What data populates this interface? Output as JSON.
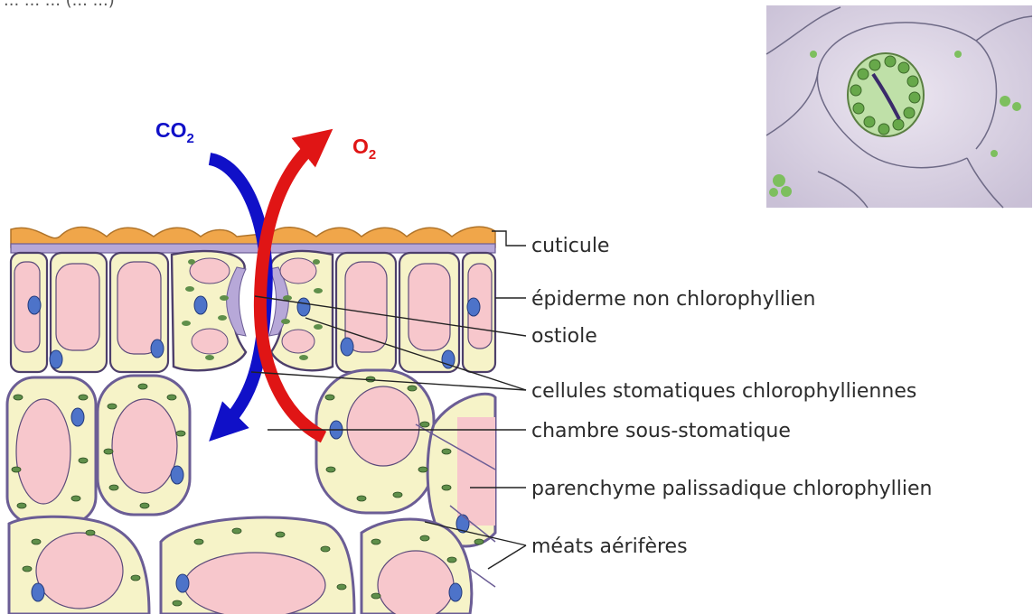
{
  "header_fragment": "... ... ... (... ...)",
  "gases": {
    "co2": {
      "main": "CO",
      "sub": "2",
      "color": "#1010c8"
    },
    "o2": {
      "main": "O",
      "sub": "2",
      "color": "#e01515"
    }
  },
  "labels": {
    "cuticule": "cuticule",
    "epiderme": "épiderme non chlorophyllien",
    "ostiole": "ostiole",
    "cellules_stomatiques": "cellules stomatiques chlorophylliennes",
    "chambre": "chambre sous-stomatique",
    "parenchyme": "parenchyme palissadique chlorophyllien",
    "meats": "méats aérifères"
  },
  "photo": {
    "icon": "stomate-micrograph-image"
  },
  "colors": {
    "cuticle": "#f0a64a",
    "cell_wall": "#b7a8d8",
    "cytoplasm": "#f6f3c8",
    "vacuole": "#f7c7cc",
    "nucleus": "#4d73c9",
    "chloroplast": "#5f8f4a"
  }
}
